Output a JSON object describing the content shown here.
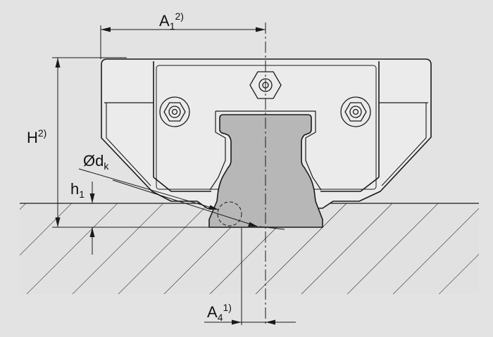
{
  "labels": {
    "a1": {
      "main": "A",
      "sub": "1",
      "sup": "2)"
    },
    "h": {
      "main": "H",
      "sup": "2)"
    },
    "dk": {
      "main": "Ød",
      "sub": "k"
    },
    "h1": {
      "main": "h",
      "sub": "1"
    },
    "a4": {
      "main": "A",
      "sub": "4",
      "sup": "1)"
    }
  },
  "colors": {
    "background": "#e3e3e3",
    "carriage": "#ebebeb",
    "rail": "#b7b7b7",
    "line": "#1a1a1a"
  }
}
